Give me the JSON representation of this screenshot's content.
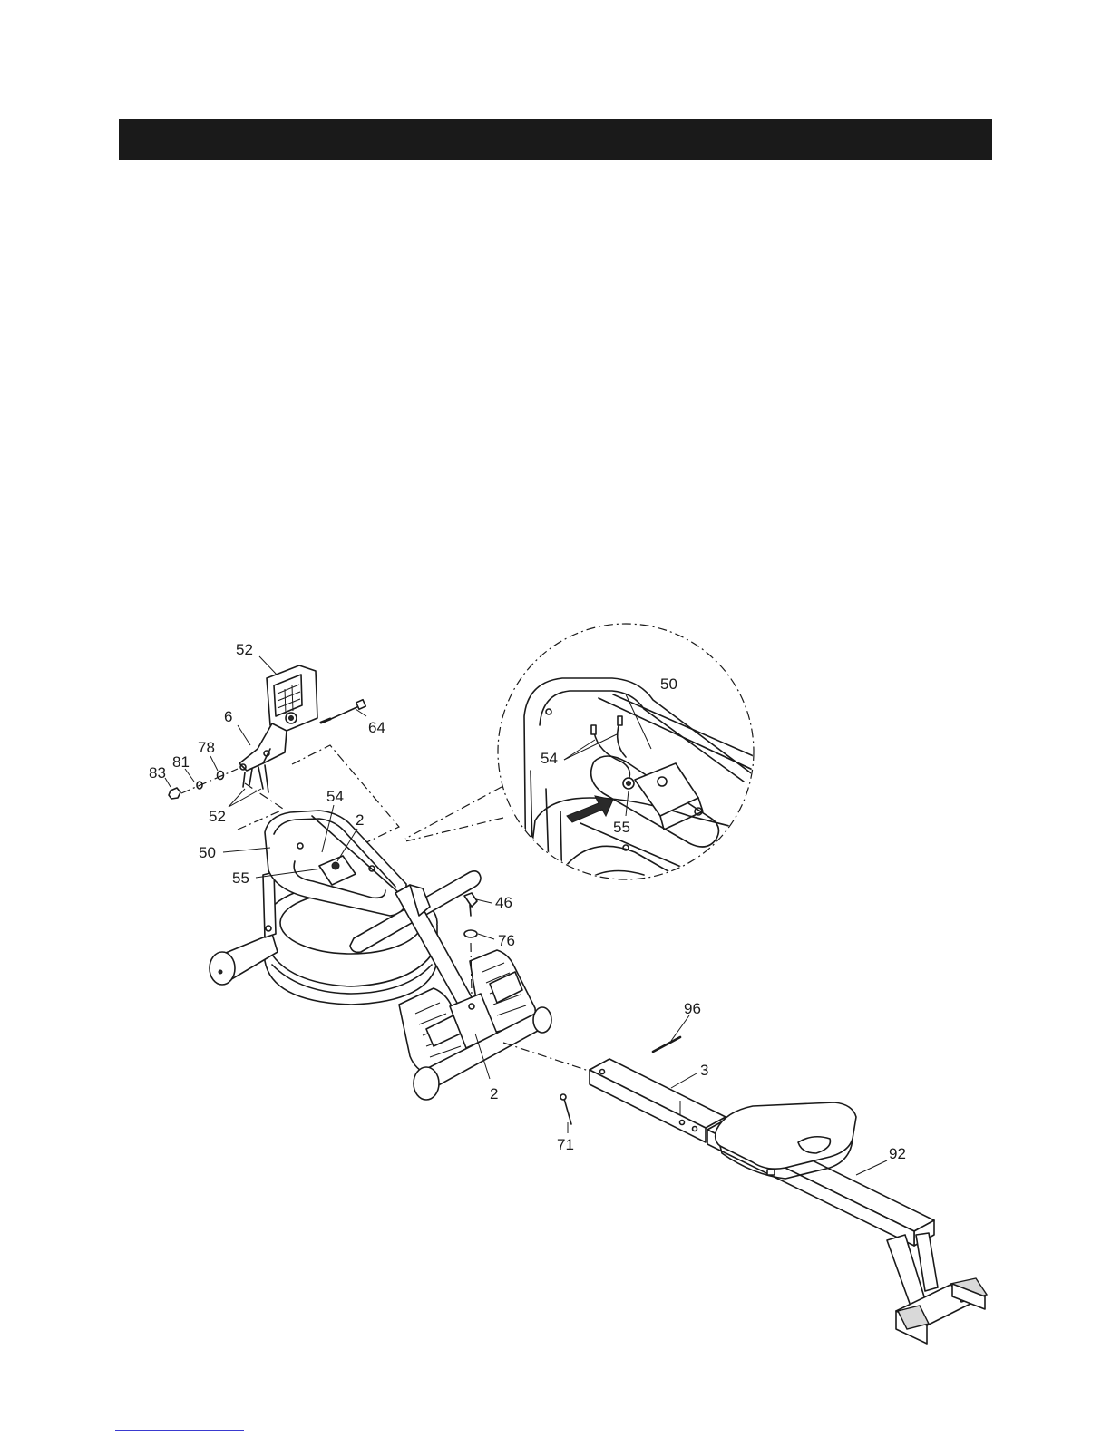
{
  "header": {
    "title": ""
  },
  "parts": {
    "p52_top": "52",
    "p6": "6",
    "p64": "64",
    "p78": "78",
    "p81": "81",
    "p83": "83",
    "p52_wires": "52",
    "p54": "54",
    "p2_top": "2",
    "p50": "50",
    "p55": "55",
    "p46": "46",
    "p76": "76",
    "p2_bottom": "2",
    "p96": "96",
    "p3": "3",
    "p71": "71",
    "p92": "92"
  },
  "detail": {
    "p50": "50",
    "p54": "54",
    "p55": "55"
  },
  "icons": {
    "arrow": "insert-arrow-icon"
  }
}
